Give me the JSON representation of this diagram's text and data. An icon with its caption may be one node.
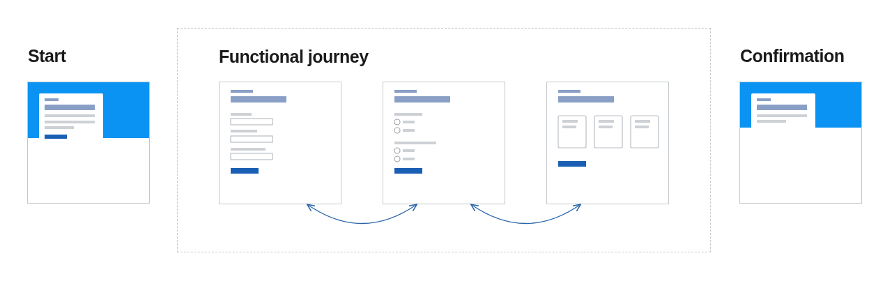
{
  "diagram": {
    "nodes": [
      {
        "text": [
          "Start"
        ]
      },
      {
        "text": [
          "Functional journey"
        ]
      },
      {
        "text": [],
        "shape": "picture",
        "in": 1
      },
      {
        "text": [],
        "shape": "picture",
        "in": 1
      },
      {
        "text": [],
        "shape": "picture",
        "in": 1
      },
      {
        "text": [
          "Confirmation"
        ]
      }
    ],
    "edges": [
      {
        "from": 2,
        "to": 3,
        "arrow": "both"
      },
      {
        "from": 3,
        "to": 4,
        "arrow": "both"
      }
    ]
  }
}
